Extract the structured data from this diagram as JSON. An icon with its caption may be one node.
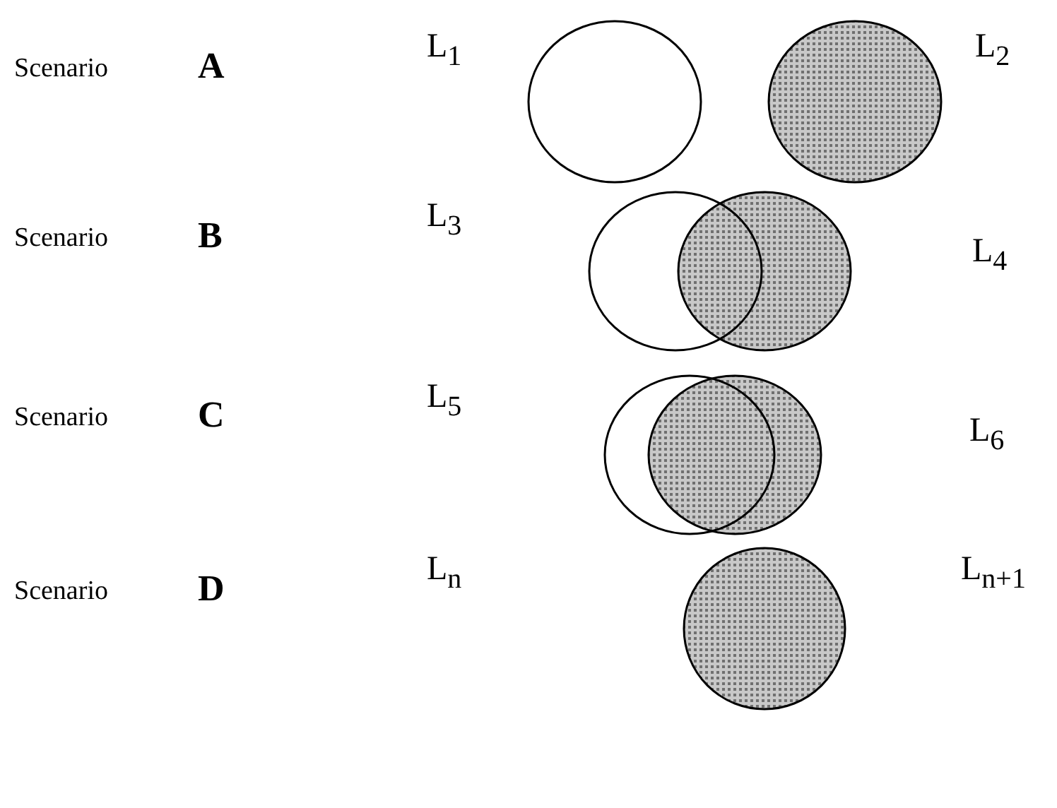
{
  "diagram": {
    "nodes": [
      {
        "text": [],
        "shape": "circle"
      },
      {
        "text": [],
        "shape": "circle"
      },
      {
        "text": [],
        "shape": "circle"
      },
      {
        "text": [],
        "shape": "circle"
      },
      {
        "text": [],
        "shape": "circle"
      },
      {
        "text": [],
        "shape": "circle"
      },
      {
        "text": [],
        "shape": "circle"
      }
    ],
    "labels": [
      "Scenario",
      "A",
      "L$_{1}$",
      "L$_{2}$",
      "Scenario",
      "B",
      "L$_{3}$",
      "L$_{4}$",
      "Scenario",
      "C",
      "L$_{5}$",
      "L$_{6}$",
      "Scenario",
      "D",
      "L$_{n}$",
      "L$_{n+1}$"
    ]
  }
}
